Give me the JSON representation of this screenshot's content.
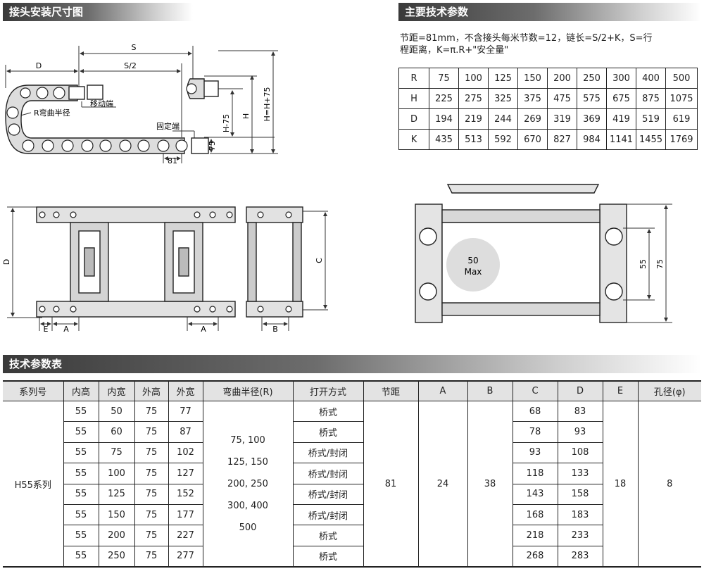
{
  "sections": {
    "install": "接头安装尺寸图",
    "main_params": "主要技术参数",
    "spec_table": "技术参数表"
  },
  "install_diagram": {
    "S": "S",
    "S2": "S/2",
    "D": "D",
    "R": "R弯曲半径",
    "moving_end": "移动端",
    "fixed_end": "固定端",
    "H75": "H-75",
    "H": "H",
    "H_total": "H=H+75",
    "h75": "75",
    "pitch": "81"
  },
  "link_diagram": {
    "D": "D",
    "E": "E",
    "A": "A",
    "A2": "A",
    "B": "B",
    "C": "C"
  },
  "cross_section": {
    "max_val": "50",
    "max_label": "Max",
    "dim_55": "55",
    "dim_75": "75"
  },
  "main_params": {
    "line1": "节距=81mm，不含接头每米节数=12，链长=S/2+K，S=行",
    "line2": "程距离，K=π.R+\"安全量\"",
    "rows": [
      {
        "label": "R",
        "values": [
          "75",
          "100",
          "125",
          "150",
          "200",
          "250",
          "300",
          "400",
          "500"
        ]
      },
      {
        "label": "H",
        "values": [
          "225",
          "275",
          "325",
          "375",
          "475",
          "575",
          "675",
          "875",
          "1075"
        ]
      },
      {
        "label": "D",
        "values": [
          "194",
          "219",
          "244",
          "269",
          "319",
          "369",
          "419",
          "519",
          "619"
        ]
      },
      {
        "label": "K",
        "values": [
          "435",
          "513",
          "592",
          "670",
          "827",
          "984",
          "1141",
          "1455",
          "1769"
        ]
      }
    ]
  },
  "spec": {
    "headers": [
      "系列号",
      "内高",
      "内宽",
      "外高",
      "外宽",
      "弯曲半径(R)",
      "打开方式",
      "节距",
      "A",
      "B",
      "C",
      "D",
      "E",
      "孔径(φ)"
    ],
    "series": "H55系列",
    "radius": [
      "75, 100",
      "125, 150",
      "200, 250",
      "300, 400",
      "500"
    ],
    "pitch": "81",
    "A": "24",
    "B": "38",
    "E": "18",
    "hole": "8",
    "rows": [
      {
        "inner_h": "55",
        "inner_w": "50",
        "outer_h": "75",
        "outer_w": "77",
        "open": "桥式",
        "C": "68",
        "D": "83"
      },
      {
        "inner_h": "55",
        "inner_w": "60",
        "outer_h": "75",
        "outer_w": "87",
        "open": "桥式",
        "C": "78",
        "D": "93"
      },
      {
        "inner_h": "55",
        "inner_w": "75",
        "outer_h": "75",
        "outer_w": "102",
        "open": "桥式/封闭",
        "C": "93",
        "D": "108"
      },
      {
        "inner_h": "55",
        "inner_w": "100",
        "outer_h": "75",
        "outer_w": "127",
        "open": "桥式/封闭",
        "C": "118",
        "D": "133"
      },
      {
        "inner_h": "55",
        "inner_w": "125",
        "outer_h": "75",
        "outer_w": "152",
        "open": "桥式/封闭",
        "C": "143",
        "D": "158"
      },
      {
        "inner_h": "55",
        "inner_w": "150",
        "outer_h": "75",
        "outer_w": "177",
        "open": "桥式/封闭",
        "C": "168",
        "D": "183"
      },
      {
        "inner_h": "55",
        "inner_w": "200",
        "outer_h": "75",
        "outer_w": "227",
        "open": "桥式",
        "C": "218",
        "D": "233"
      },
      {
        "inner_h": "55",
        "inner_w": "250",
        "outer_h": "75",
        "outer_w": "277",
        "open": "桥式",
        "C": "268",
        "D": "283"
      }
    ]
  }
}
